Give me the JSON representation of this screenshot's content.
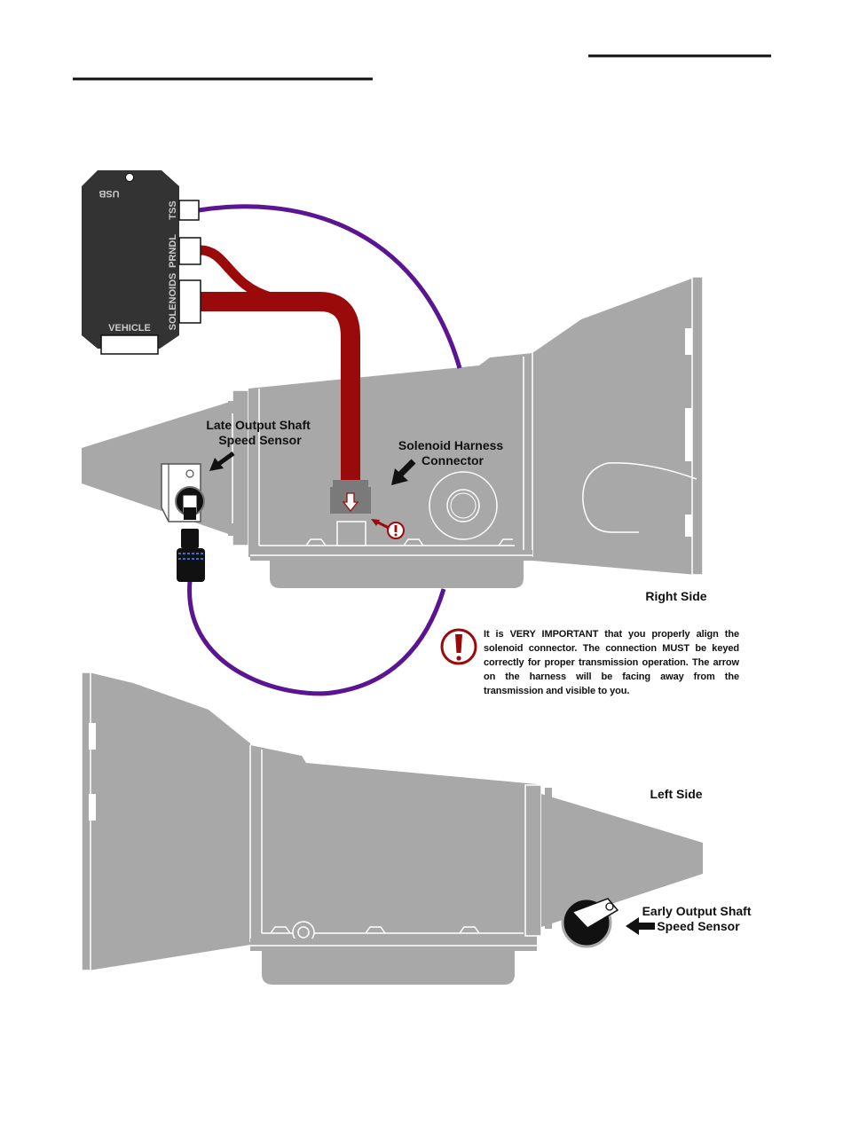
{
  "controller": {
    "usb_label": "USB",
    "vehicle_label": "VEHICLE",
    "ports": [
      "TSS",
      "PRNDL",
      "SOLENOIDS"
    ]
  },
  "labels": {
    "late_oss": [
      "Late Output Shaft",
      "Speed Sensor"
    ],
    "solenoid_harness": [
      "Solenoid Harness",
      "Connector"
    ],
    "right_side": "Right Side",
    "left_side": "Left Side",
    "early_oss": [
      "Early Output Shaft",
      "Speed Sensor"
    ]
  },
  "warning": {
    "text": "It is VERY IMPORTANT that you properly align the solenoid connector. The connection MUST be keyed correctly for proper transmission operation. The arrow on the harness will be facing away from the transmission and visible to you."
  },
  "colors": {
    "transmission_gray": "#a8a8a8",
    "solenoid_harness_red": "#9b0a0a",
    "tss_wire_purple": "#5b1593",
    "controller_body": "#333333"
  }
}
